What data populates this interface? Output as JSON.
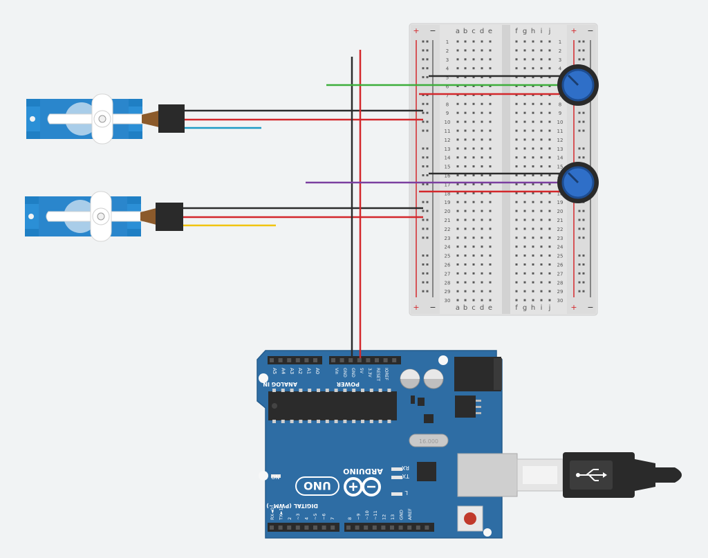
{
  "breadboard": {
    "rail_plus": "+",
    "rail_minus": "−",
    "cols_left": [
      "a",
      "b",
      "c",
      "d",
      "e"
    ],
    "cols_right": [
      "f",
      "g",
      "h",
      "i",
      "j"
    ],
    "row_numbers": [
      "1",
      "2",
      "3",
      "4",
      "5",
      "6",
      "7",
      "8",
      "9",
      "10",
      "11",
      "12",
      "13",
      "14",
      "15",
      "16",
      "17",
      "18",
      "19",
      "20",
      "21",
      "22",
      "23",
      "24",
      "25",
      "26",
      "27",
      "28",
      "29",
      "30"
    ]
  },
  "arduino": {
    "analog_header_title": "ANALOG IN",
    "analog_pins": [
      "A5",
      "A4",
      "A3",
      "A2",
      "A1",
      "A0"
    ],
    "power_header_title": "POWER",
    "power_pins": [
      "Vin",
      "GND",
      "GND",
      "5V",
      "3.3V",
      "RESET",
      "IOREF"
    ],
    "brand": "ARDUINO",
    "model": "UNO",
    "on_label": "ON",
    "rx_label": "RX",
    "tx_label": "TX",
    "l_label": "L",
    "digital_header_title": "DIGITAL (PWM~)",
    "digital_pins": [
      "RX◄0",
      "TX►1",
      "2",
      "~3",
      "4",
      "~5",
      "~6",
      "7",
      "8",
      "~9",
      "~10",
      "~11",
      "12",
      "13",
      "GND",
      "AREF"
    ],
    "crystal_label": "16.000"
  },
  "colors": {
    "board_blue": "#2e6da4",
    "wire_red": "#d3272b",
    "wire_black": "#2b2b2b",
    "wire_green": "#3dae3b",
    "wire_purple": "#7b3fa0",
    "wire_cyan": "#1d9bc6",
    "wire_yellow": "#f1c40f",
    "servo_blue": "#1f7fc4"
  },
  "icons": [
    "servo-motor-icon",
    "potentiometer-icon",
    "usb-cable-icon",
    "dc-jack-icon",
    "capacitor-icon",
    "reset-button-icon",
    "microcontroller-chip-icon"
  ]
}
